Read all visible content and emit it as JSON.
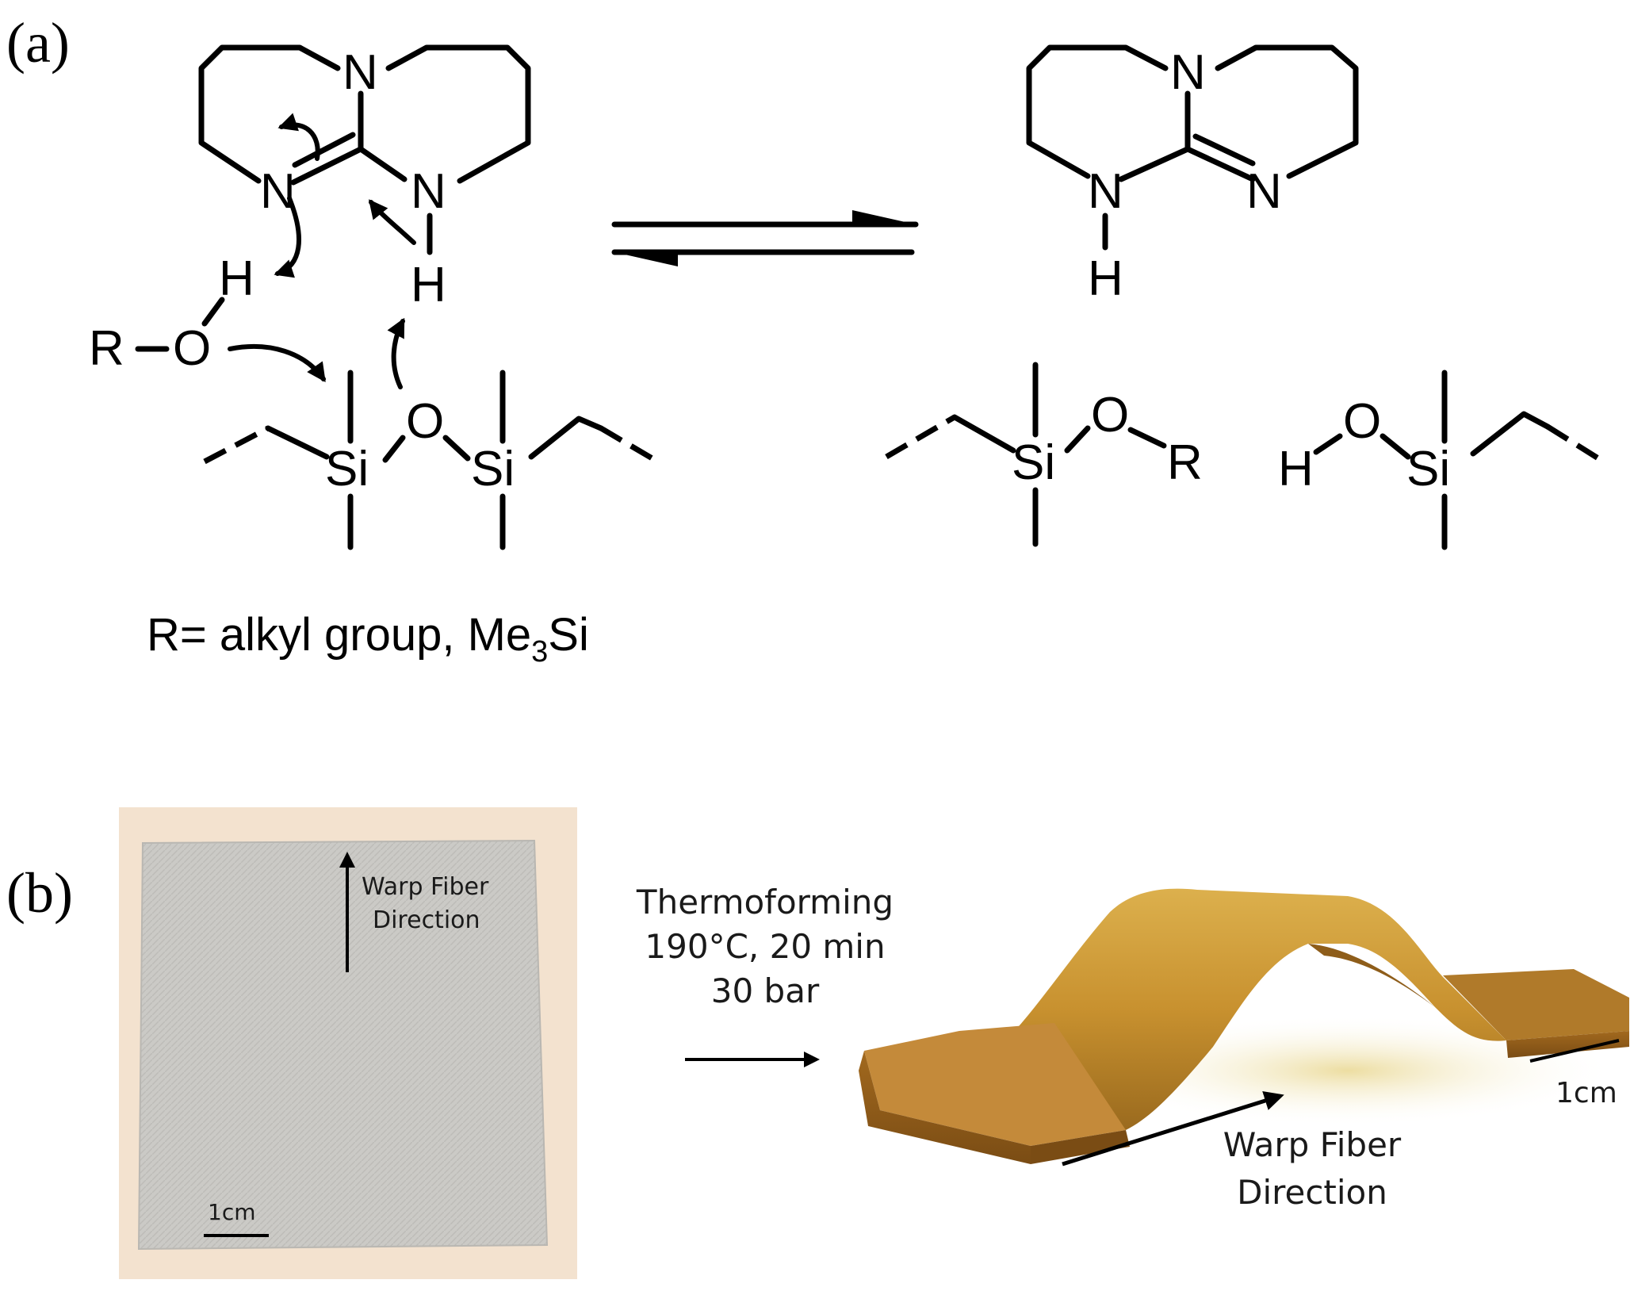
{
  "panel_a": {
    "label": "(a)",
    "atoms": {
      "N": "N",
      "H": "H",
      "O": "O",
      "Si": "Si",
      "R": "R"
    },
    "footnote_prefix": "R= alkyl group, Me",
    "footnote_subscript": "3",
    "footnote_suffix": "Si"
  },
  "panel_b": {
    "label": "(b)",
    "left_photo": {
      "arrow_label_line1": "Warp Fiber",
      "arrow_label_line2": "Direction",
      "scale_label": "1cm"
    },
    "process": {
      "line1": "Thermoforming",
      "line2": "190°C, 20 min",
      "line3": "30 bar"
    },
    "right_photo": {
      "arrow_label_line1": "Warp Fiber",
      "arrow_label_line2": "Direction",
      "scale_label": "1cm"
    }
  },
  "colors": {
    "photo_background": "#f3e2cf",
    "plate_gray": "#c9c8c4",
    "composite_amber": "#c8912f"
  }
}
